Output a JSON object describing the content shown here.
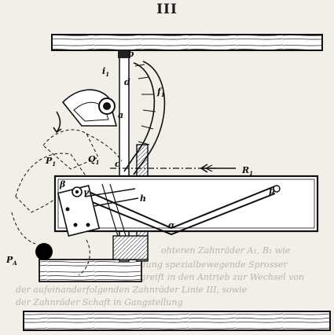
{
  "page_number": "III",
  "labels": {
    "b": "b",
    "i1": "i",
    "i1_sub": "1",
    "d": "d",
    "f1": "f",
    "f1_sub": "1",
    "a": "a",
    "P1": "P",
    "P1_sub": "1",
    "Q1": "Q",
    "Q1_sub": "1",
    "c": "c",
    "R1": "R",
    "R1_sub": "1",
    "beta": "β",
    "gamma": "γ",
    "h": "h",
    "p": "p",
    "alpha": "α",
    "PA": "P",
    "PA_sub": "A"
  },
  "bleed_through": {
    "line1": "ohteren Zahnräder A₁, B₁ wie",
    "line2": "le Bildung spezialbewegende Sprosser",
    "line3": "Man greift in den Antrieb zur Wechsel von",
    "line4": "der aufeinanderfolgenden Zahnräder Linie III, sowie",
    "line5": "der Zahnräder Schaft in Gangstellung"
  }
}
